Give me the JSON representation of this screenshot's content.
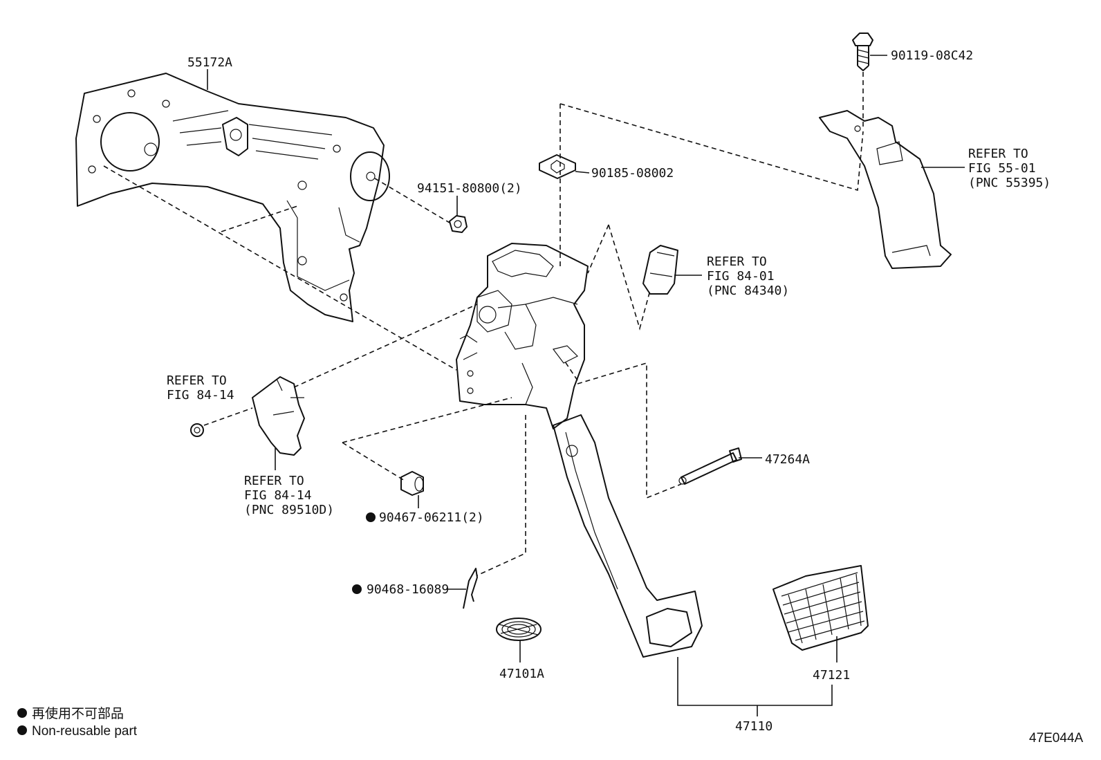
{
  "figure_code": "47E044A",
  "callouts": {
    "bracket_top": "55172A",
    "bolt_top": "90119-08C42",
    "nut_flange": "94151-80800(2)",
    "clip_nut": "90185-08002",
    "pin_bolt": "47264A",
    "pin_washer": "90467-06211(2)",
    "clip_pin": "90468-16089",
    "spring": "47101A",
    "pad": "47121",
    "pedal_assy": "47110"
  },
  "refer_notes": {
    "refer_55": [
      "REFER TO",
      "FIG 55-01",
      "(PNC 55395)"
    ],
    "refer_84_01": [
      "REFER TO",
      "FIG 84-01",
      "(PNC 84340)"
    ],
    "refer_84_14_a": [
      "REFER TO",
      "FIG 84-14"
    ],
    "refer_84_14_b": [
      "REFER TO",
      "FIG 84-14",
      "(PNC 89510D)"
    ]
  },
  "legend": {
    "symbol": "filled-circle-icon",
    "line_jp": "再使用不可部品",
    "line_en": "Non-reusable part"
  }
}
